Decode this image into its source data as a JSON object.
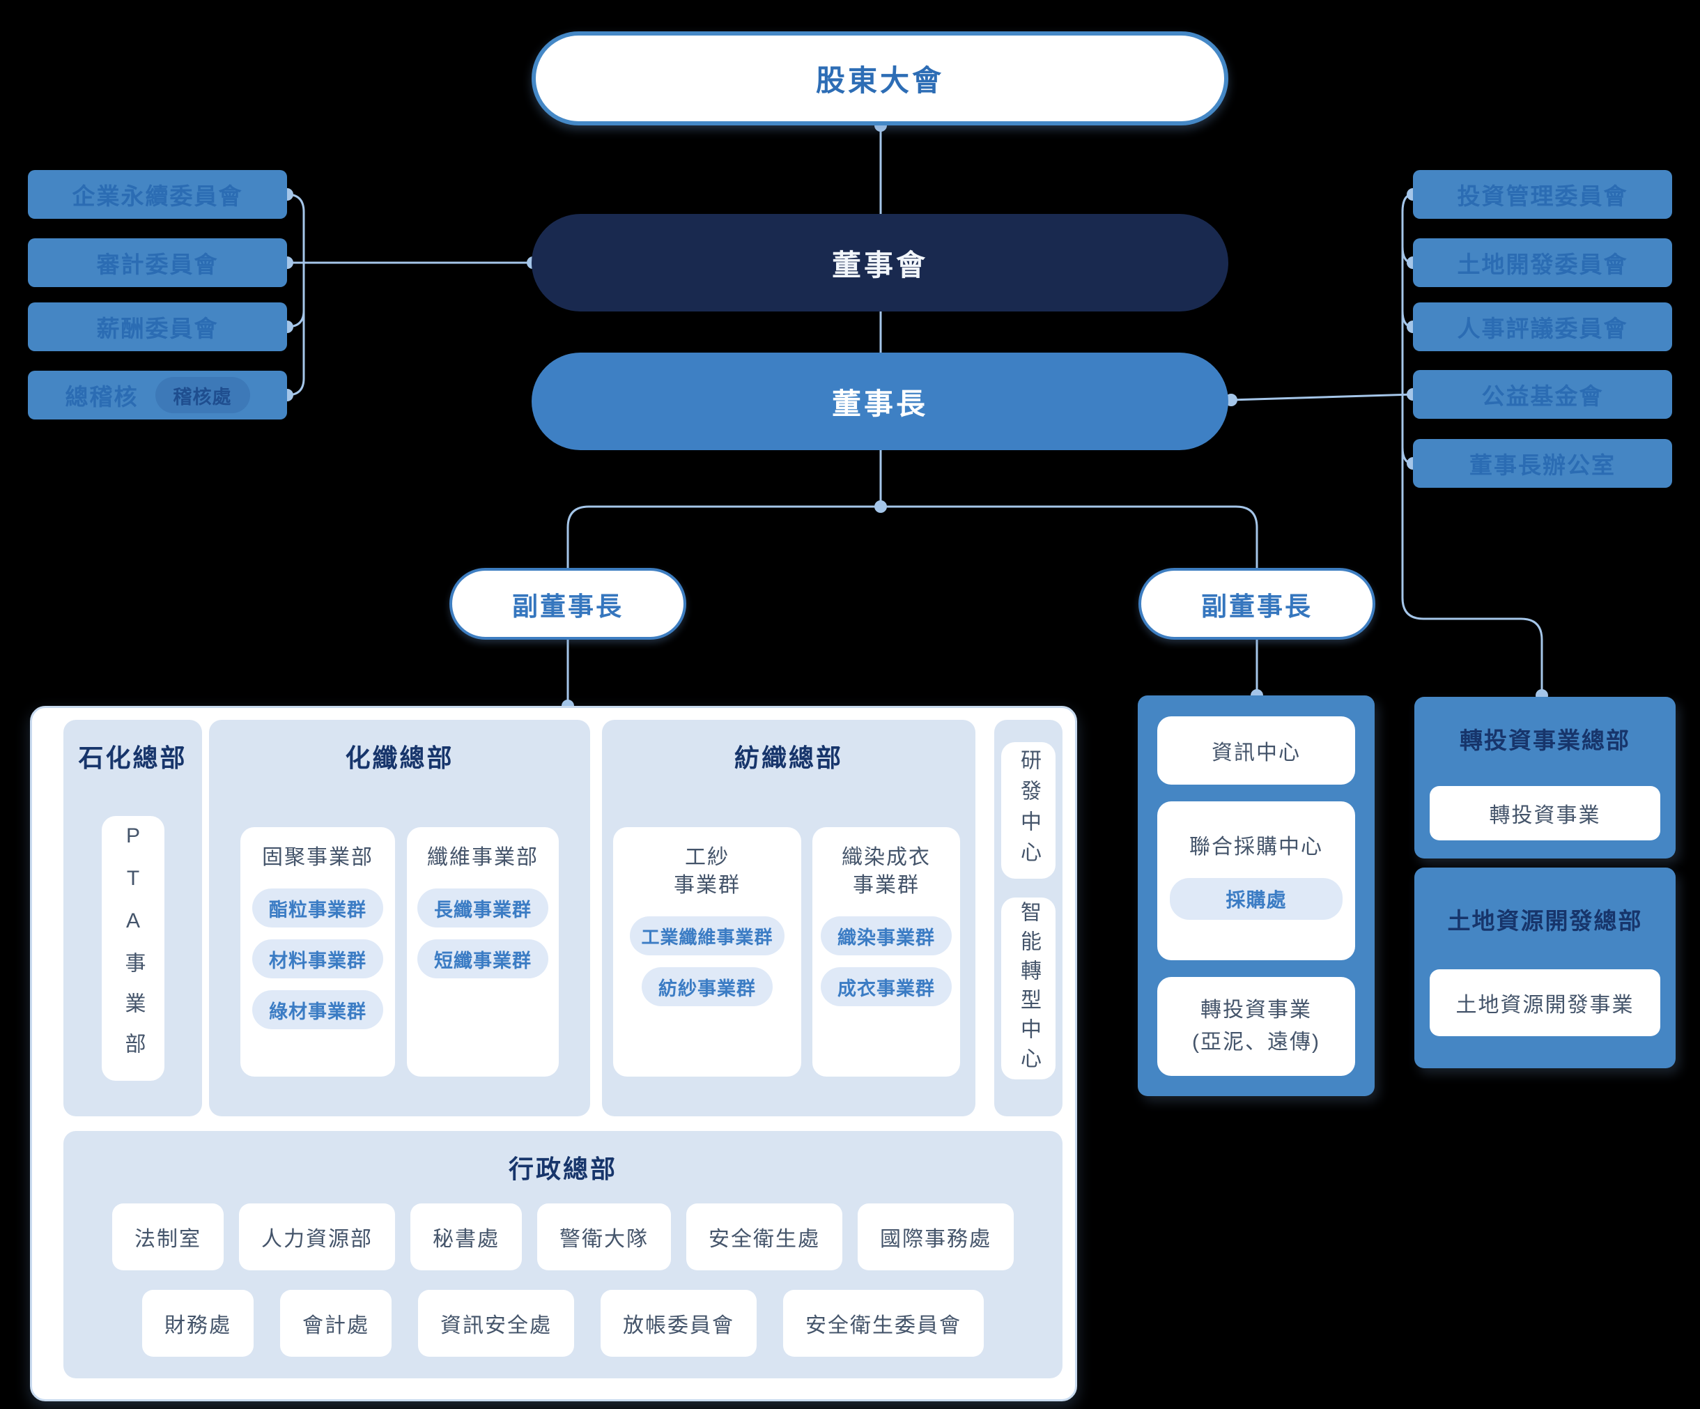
{
  "colors": {
    "background": "#000000",
    "connector": "#A5C6E9",
    "committee_box": "#4586C4",
    "committee_text": "#2B6CB3",
    "board_navy": "#19294F",
    "chairman_blue": "#3E80C4",
    "accent_blue": "#2D6DB5",
    "section_bg": "#D9E4F2",
    "section_title": "#17356B",
    "card_text": "#44546A",
    "tag_bg": "#DFE9F7",
    "tag_text": "#3B7CC4"
  },
  "hierarchy": {
    "shareholders": "股東大會",
    "board": "董事會",
    "chairman": "董事長",
    "vice_chairman_left": "副董事長",
    "vice_chairman_right": "副董事長"
  },
  "left_committees": [
    "企業永續委員會",
    "審計委員會",
    "薪酬委員會"
  ],
  "chief_auditor": {
    "label": "總稽核",
    "office": "稽核處"
  },
  "right_committees": [
    "投資管理委員會",
    "土地開發委員會",
    "人事評議委員會",
    "公益基金會",
    "董事長辦公室"
  ],
  "divisions": {
    "petrochemical": {
      "title": "石化總部",
      "unit": "PTA事業部"
    },
    "chemical_fiber": {
      "title": "化纖總部",
      "departments": [
        {
          "title": "固聚事業部",
          "groups": [
            "酯粒事業群",
            "材料事業群",
            "綠材事業群"
          ]
        },
        {
          "title": "纖維事業部",
          "groups": [
            "長纖事業群",
            "短纖事業群"
          ]
        }
      ]
    },
    "textile": {
      "title": "紡織總部",
      "departments": [
        {
          "title_line1": "工紗",
          "title_line2": "事業群",
          "groups": [
            "工業纖維事業群",
            "紡紗事業群"
          ]
        },
        {
          "title_line1": "織染成衣",
          "title_line2": "事業群",
          "groups": [
            "織染事業群",
            "成衣事業群"
          ]
        }
      ]
    },
    "centers": [
      "研發中心",
      "智能轉型中心"
    ],
    "admin": {
      "title": "行政總部",
      "row1": [
        "法制室",
        "人力資源部",
        "秘書處",
        "警衛大隊",
        "安全衛生處",
        "國際事務處"
      ],
      "row2": [
        "財務處",
        "會計處",
        "資訊安全處",
        "放帳委員會",
        "安全衛生委員會"
      ]
    }
  },
  "info_panel": {
    "cards": [
      {
        "title": "資訊中心"
      },
      {
        "title": "聯合採購中心",
        "office": "採購處"
      },
      {
        "title_line1": "轉投資事業",
        "title_line2": "(亞泥、遠傳)"
      }
    ]
  },
  "reinvestment_hq": {
    "title": "轉投資事業總部",
    "unit": "轉投資事業"
  },
  "land_hq": {
    "title": "土地資源開發總部",
    "unit": "土地資源開發事業"
  }
}
